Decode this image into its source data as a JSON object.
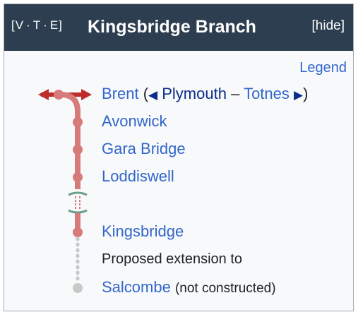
{
  "header": {
    "vte": [
      "V",
      "T",
      "E"
    ],
    "title": "Kingsbridge Branch",
    "hide": "[hide]"
  },
  "legend": "Legend",
  "stations": {
    "brent": {
      "name": "Brent",
      "open_paren": "(",
      "left_arrow": "◀",
      "plymouth": "Plymouth",
      "dash": "–",
      "totnes": "Totnes",
      "right_arrow": "▶",
      "close_paren": ")"
    },
    "avonwick": "Avonwick",
    "gara_bridge": "Gara Bridge",
    "loddiswell": "Loddiswell",
    "kingsbridge": "Kingsbridge",
    "proposed": "Proposed extension to",
    "salcombe": "Salcombe",
    "not_constructed": "(not constructed)"
  },
  "colors": {
    "header_bg": "#2c3e50",
    "line": "#d77a7a",
    "main_line": "#be2d2c",
    "station_dot": "#d77a7a",
    "proposed_line": "#c8c8c8",
    "tunnel_green": "#6b9e8a",
    "link": "#3366cc"
  },
  "icons": [
    "left-arrow-icon",
    "right-arrow-icon"
  ]
}
